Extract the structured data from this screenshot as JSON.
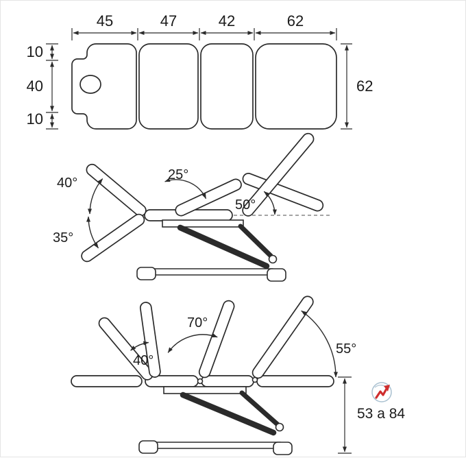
{
  "top_view": {
    "widths": [
      "45",
      "47",
      "42",
      "62"
    ],
    "depth": "62",
    "head_section_dims": [
      "10",
      "40",
      "10"
    ]
  },
  "recline_view": {
    "headrest_up_angle": "40°",
    "headrest_down_angle": "35°",
    "backrest_low_angle": "25°",
    "backrest_high_angle": "50°"
  },
  "articulation_view": {
    "head_angle": "40°",
    "backrest_angle": "70°",
    "legrest_angle": "55°",
    "height_range": "53 a 84"
  },
  "colors": {
    "line": "#2b2b2b",
    "logo_red": "#cf2e2e"
  }
}
